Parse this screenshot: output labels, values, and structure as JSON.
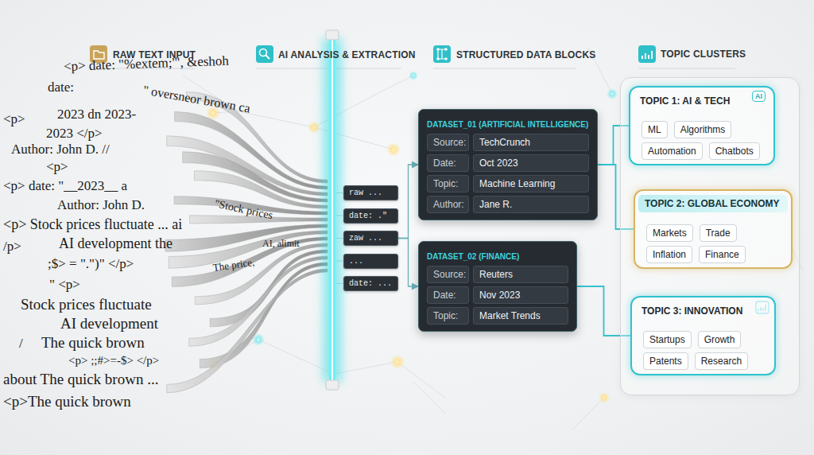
{
  "diagram": {
    "nodes": [
      {
        "text": [
          "raw ..."
        ]
      },
      {
        "text": [
          "date: .\""
        ]
      },
      {
        "text": [
          "zaw ..."
        ]
      },
      {
        "text": [
          "..."
        ]
      },
      {
        "text": [
          "date: ..."
        ]
      },
      {
        "text": [
          "DATASET_01 (ARTIFICIAL INTELLIGENCE)"
        ]
      },
      {
        "text": [
          "Source:"
        ],
        "in": 5
      },
      {
        "text": [
          "TechCrunch"
        ],
        "in": 5
      },
      {
        "text": [
          "Date:"
        ],
        "in": 5
      },
      {
        "text": [
          "Oct 2023"
        ],
        "in": 5
      },
      {
        "text": [
          "Topic:"
        ],
        "in": 5
      },
      {
        "text": [
          "Machine Learning"
        ],
        "in": 5
      },
      {
        "text": [
          "Author:"
        ],
        "in": 5
      },
      {
        "text": [
          "Jane R."
        ],
        "in": 5
      },
      {
        "text": [
          "DATASET_02 (FINANCE)"
        ]
      },
      {
        "text": [
          "Source:"
        ],
        "in": 14
      },
      {
        "text": [
          "Reuters"
        ],
        "in": 14
      },
      {
        "text": [
          "Date:"
        ],
        "in": 14
      },
      {
        "text": [
          "Nov 2023"
        ],
        "in": 14
      },
      {
        "text": [
          "Topic:"
        ],
        "in": 14
      },
      {
        "text": [
          "Market Trends"
        ],
        "in": 14
      },
      {
        "text": [
          "TOPIC CLUSTERS"
        ]
      },
      {
        "text": [
          "TOPIC 1: AI & TECH"
        ],
        "in": 21
      },
      {
        "text": [
          "ML"
        ],
        "in": 22
      },
      {
        "text": [
          "Algorithms"
        ],
        "in": 22
      },
      {
        "text": [
          "Automation"
        ],
        "in": 22
      },
      {
        "text": [
          "Chatbots"
        ],
        "in": 22
      },
      {
        "text": [
          "TOPIC 2: GLOBAL ECONOMY"
        ],
        "in": 21
      },
      {
        "text": [
          "Markets"
        ],
        "in": 27
      },
      {
        "text": [
          "Trade"
        ],
        "in": 27
      },
      {
        "text": [
          "Inflation"
        ],
        "in": 27
      },
      {
        "text": [
          "Finance"
        ],
        "in": 27
      },
      {
        "text": [
          "TOPIC 3: INNOVATION"
        ],
        "in": 21
      },
      {
        "text": [
          "Startups"
        ],
        "in": 32
      },
      {
        "text": [
          "Growth"
        ],
        "in": 32
      },
      {
        "text": [
          "Patents"
        ],
        "in": 32
      },
      {
        "text": [
          "Research"
        ],
        "in": 32
      }
    ],
    "edges": [
      {
        "from": 2,
        "to": 5,
        "arrow": "to"
      },
      {
        "from": 2,
        "to": 14,
        "arrow": "to"
      },
      {
        "from": 5,
        "to": 22,
        "arrow": "none"
      },
      {
        "from": 5,
        "to": 27,
        "arrow": "none"
      },
      {
        "from": 14,
        "to": 32,
        "arrow": "none"
      }
    ],
    "labels": [
      "RAW TEXT INPUT",
      "AI ANALYSIS & EXTRACTION",
      "STRUCTURED DATA BLOCKS",
      "<p> date: \"%extem;'\", &eshoh",
      "date:",
      "\" oversneor brown ca",
      "<p>",
      "2023 dn 2023-",
      "2023 </p>",
      "Author: John D. //",
      "<p>",
      "<p> date: \"__2023__ a",
      "Author: John D.",
      "<p> Stock prices fluctuate ... ai",
      "/p>",
      "AI development the",
      ";$> = \".\")\" </p>",
      "\" <p>",
      "Stock prices fluctuate",
      "AI development",
      "/",
      "The quick brown",
      "<p> ;;#>=-$> </p>",
      "about The quick brown ...",
      "<p>The quick brown",
      "\"Stock prices",
      "The price,",
      "AI, alimit",
      "AI"
    ]
  }
}
